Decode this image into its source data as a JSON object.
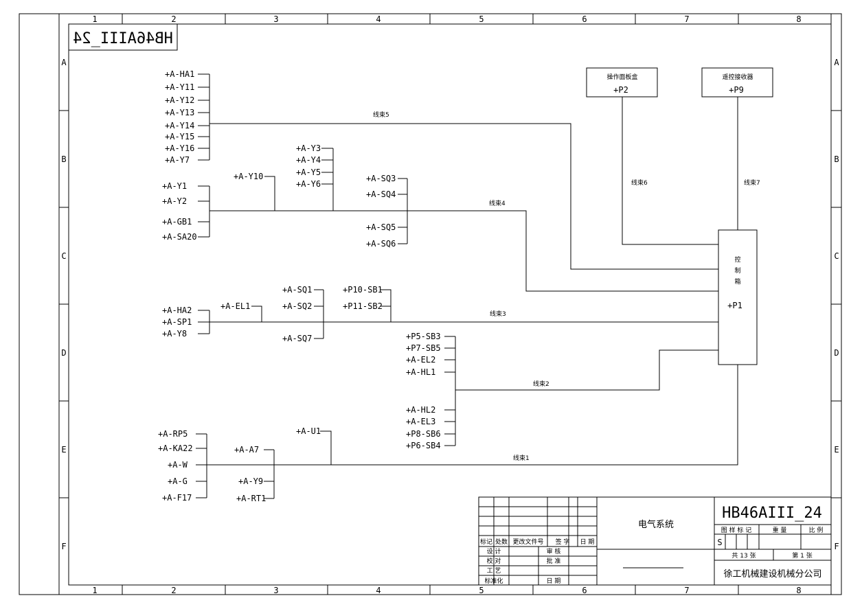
{
  "drawing": {
    "number": "HB46AIII_24",
    "number_mirrored": "HB46AIII_24",
    "title": "电气系统",
    "company": "徐工机械建设机械分公司",
    "stage_mark": "S",
    "sheets_total": "共 13 张",
    "sheet_current": "第 1 张"
  },
  "border": {
    "columns": [
      "1",
      "2",
      "3",
      "4",
      "5",
      "6",
      "7",
      "8"
    ],
    "rows": [
      "A",
      "B",
      "C",
      "D",
      "E",
      "F"
    ]
  },
  "title_block": {
    "rev_headers": [
      "标记",
      "处数",
      "更改文件号",
      "签 字",
      "日 期"
    ],
    "roles_left": [
      "设 计",
      "校 对",
      "工 艺",
      "标准化"
    ],
    "roles_right": [
      "审 核",
      "批 准",
      "日 期"
    ],
    "info_headers": [
      "图 样 标 记",
      "重 量",
      "比 例"
    ]
  },
  "boxes": {
    "control_box": {
      "lines": [
        "控",
        "制",
        "箱"
      ],
      "ref": "+P1"
    },
    "panel_box": {
      "caption": "操作面板盒",
      "ref": "+P2"
    },
    "remote_box": {
      "caption": "遥控接收器",
      "ref": "+P9"
    }
  },
  "harnesses": {
    "h1": "线束1",
    "h2": "线束2",
    "h3": "线束3",
    "h4": "线束4",
    "h5": "线束5",
    "h6": "线束6",
    "h7": "线束7"
  },
  "components": {
    "g5": [
      "+A-HA1",
      "+A-Y11",
      "+A-Y12",
      "+A-Y13",
      "+A-Y14",
      "+A-Y15",
      "+A-Y16",
      "+A-Y7"
    ],
    "g4a": [
      "+A-Y1",
      "+A-Y2",
      "+A-GB1",
      "+A-SA20"
    ],
    "g4b": [
      "+A-Y10"
    ],
    "g4c": [
      "+A-Y3",
      "+A-Y4",
      "+A-Y5",
      "+A-Y6"
    ],
    "g4d": [
      "+A-SQ3",
      "+A-SQ4",
      "+A-SQ5",
      "+A-SQ6"
    ],
    "g3a": [
      "+A-HA2",
      "+A-SP1",
      "+A-Y8"
    ],
    "g3b": [
      "+A-EL1"
    ],
    "g3c": [
      "+A-SQ1",
      "+A-SQ2",
      "+A-SQ7"
    ],
    "g3d": [
      "+P10-SB1",
      "+P11-SB2"
    ],
    "g2a": [
      "+P5-SB3",
      "+P7-SB5",
      "+A-EL2",
      "+A-HL1"
    ],
    "g2b": [
      "+A-HL2",
      "+A-EL3",
      "+P8-SB6",
      "+P6-SB4"
    ],
    "g1a": [
      "+A-RP5",
      "+A-KA22",
      "+A-W",
      "+A-G",
      "+A-F17"
    ],
    "g1b": [
      "+A-A7",
      "+A-Y9",
      "+A-RT1"
    ],
    "g1c": [
      "+A-U1"
    ]
  }
}
